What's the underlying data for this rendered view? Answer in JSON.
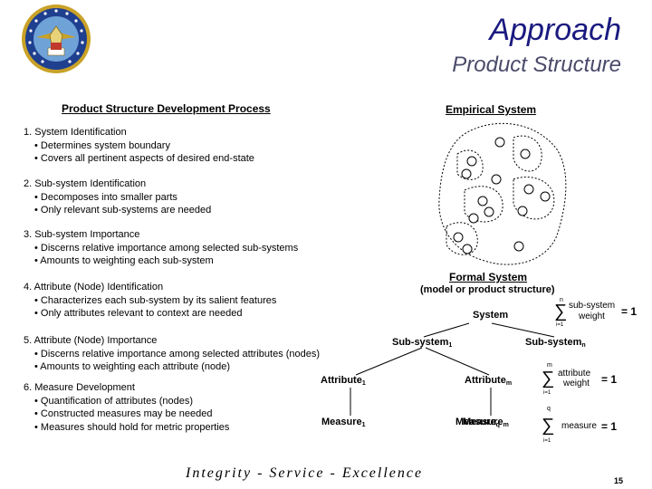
{
  "header": {
    "title": "Approach",
    "subtitle": "Product Structure"
  },
  "left_heading": "Product Structure Development Process",
  "steps": [
    {
      "title": "1. System Identification",
      "bullets": [
        "• Determines system boundary",
        "• Covers all pertinent aspects of desired end-state"
      ]
    },
    {
      "title": "2. Sub-system Identification",
      "bullets": [
        "• Decomposes into smaller parts",
        "• Only relevant sub-systems are needed"
      ]
    },
    {
      "title": "3. Sub-system Importance",
      "bullets": [
        "• Discerns relative importance among selected sub-systems",
        "• Amounts to weighting each sub-system"
      ]
    },
    {
      "title": "4. Attribute (Node) Identification",
      "bullets": [
        "• Characterizes each sub-system by its salient features",
        "• Only attributes relevant to context are needed"
      ]
    },
    {
      "title": "5. Attribute (Node) Importance",
      "bullets": [
        "• Discerns relative importance among selected attributes (nodes)",
        "• Amounts to weighting each attribute (node)"
      ]
    },
    {
      "title": "6. Measure Development",
      "bullets": [
        "• Quantification of attributes (nodes)",
        "• Constructed measures may be needed",
        "• Measures should hold for metric properties"
      ]
    }
  ],
  "empirical": {
    "heading": "Empirical System"
  },
  "formal": {
    "heading": "Formal System",
    "subheading": "(model or product structure)",
    "system": "System",
    "subsystem_1": "Sub-system",
    "subsystem_1_sub": "1",
    "subsystem_n": "Sub-system",
    "subsystem_n_sub": "n",
    "attribute_1": "Attribute",
    "attribute_1_sub": "1",
    "attribute_m": "Attribute",
    "attribute_m_sub": "m",
    "measure_1": "Measure",
    "measure_1_sub": "1",
    "measure_q": "Measure",
    "measure_q_sub": "q",
    "overlap_text": "Measure",
    "overlap_sub": "m"
  },
  "equations": [
    {
      "upper": "n",
      "lower": "i=1",
      "label_line1": "sub-system",
      "label_line2": "weight",
      "rhs": "= 1"
    },
    {
      "upper": "m",
      "lower": "i=1",
      "label_line1": "attribute",
      "label_line2": "weight",
      "rhs": "= 1"
    },
    {
      "upper": "q",
      "lower": "i=1",
      "label_line1": "measure",
      "label_line2": "",
      "rhs": "= 1"
    }
  ],
  "footer": {
    "motto": "Integrity - Service - Excellence",
    "page": "15"
  },
  "colors": {
    "title": "#1a1a80",
    "subtitle": "#4a4a6a",
    "seal_blue": "#1f3f8f",
    "seal_gold": "#c9a227"
  }
}
